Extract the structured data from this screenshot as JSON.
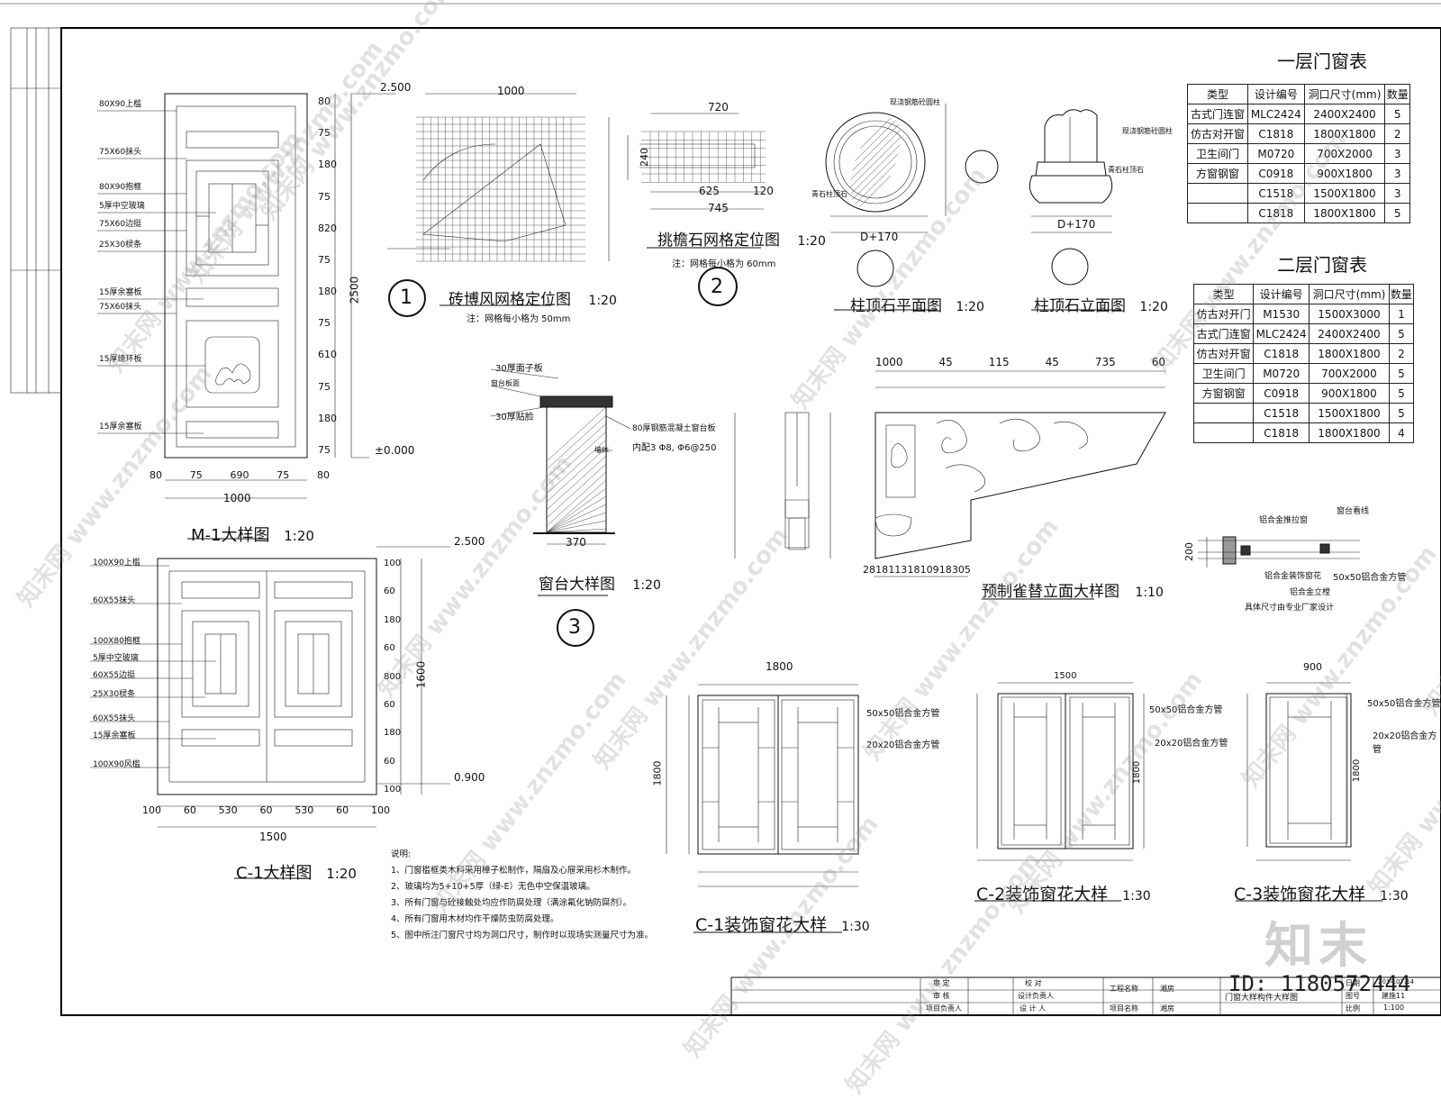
{
  "tables": {
    "floor1": {
      "title": "一层门窗表",
      "headers": [
        "类型",
        "设计编号",
        "洞口尺寸(mm)",
        "数量"
      ],
      "rows": [
        [
          "古式门连窗",
          "MLC2424",
          "2400X2400",
          "5"
        ],
        [
          "仿古对开窗",
          "C1818",
          "1800X1800",
          "2"
        ],
        [
          "卫生间门",
          "M0720",
          "700X2000",
          "3"
        ],
        [
          "方窗钢窗",
          "C0918",
          "900X1800",
          "3"
        ],
        [
          "",
          "C1518",
          "1500X1800",
          "3"
        ],
        [
          "",
          "C1818",
          "1800X1800",
          "5"
        ]
      ]
    },
    "floor2": {
      "title": "二层门窗表",
      "headers": [
        "类型",
        "设计编号",
        "洞口尺寸(mm)",
        "数量"
      ],
      "rows": [
        [
          "仿古对开门",
          "M1530",
          "1500X3000",
          "1"
        ],
        [
          "古式门连窗",
          "MLC2424",
          "2400X2400",
          "5"
        ],
        [
          "仿古对开窗",
          "C1818",
          "1800X1800",
          "2"
        ],
        [
          "卫生间门",
          "M0720",
          "700X2000",
          "5"
        ],
        [
          "方窗钢窗",
          "C0918",
          "900X1800",
          "5"
        ],
        [
          "",
          "C1518",
          "1500X1800",
          "5"
        ],
        [
          "",
          "C1818",
          "1800X1800",
          "4"
        ]
      ]
    }
  },
  "drawings": {
    "m1": {
      "title": "M-1大样图",
      "scale": "1:20",
      "width": "1000",
      "height": "2500",
      "top_elev": "2.500",
      "base_elev": "±0.000",
      "labels": [
        "80X90上槛",
        "75X60抹头",
        "80X90抱框",
        "5厚中空玻璃",
        "75X60边挺",
        "25X30棂条",
        "15厚余塞板",
        "75X60抹头",
        "15厚绦环板",
        "15厚余塞板"
      ],
      "bottom_dims": [
        "80",
        "75",
        "690",
        "75",
        "80"
      ],
      "side_dims": [
        "80",
        "75",
        "180",
        "75",
        "820",
        "75",
        "180",
        "75",
        "610",
        "75",
        "180",
        "75"
      ]
    },
    "c1": {
      "title": "C-1大样图",
      "scale": "1:20",
      "width": "1500",
      "height": "1600",
      "top_elev": "2.500",
      "base_elev": "0.900",
      "labels": [
        "100X90上槛",
        "60X55抹头",
        "100X80抱框",
        "5厚中空玻璃",
        "60X55边挺",
        "25X30棂条",
        "60X55抹头",
        "15厚余塞板",
        "100X90风槛"
      ],
      "bottom_dims": [
        "100",
        "60",
        "530",
        "60",
        "530",
        "60",
        "100"
      ],
      "side_dims": [
        "100",
        "60",
        "180",
        "60",
        "800",
        "60",
        "180",
        "60",
        "100"
      ]
    },
    "d1": {
      "num": "1",
      "title": "砖博风网格定位图",
      "scale": "1:20",
      "note": "注：网格每小格为 50mm",
      "dim": "1000"
    },
    "d2": {
      "num": "2",
      "title": "挑檐石网格定位图",
      "scale": "1:20",
      "note": "注：网格每小格为 60mm",
      "dims": [
        "720",
        "625",
        "120",
        "745",
        "240"
      ]
    },
    "d3": {
      "num": "3",
      "title": "窗台大样图",
      "scale": "1:20",
      "dim": "370",
      "labels": [
        "30厚面子板",
        "窗台板面",
        "30厚贴脸",
        "80厚钢筋混凝土窗台板",
        "内配3 Φ8, Φ6@250",
        "墙体"
      ]
    },
    "col_plan": {
      "title": "柱顶石平面图",
      "scale": "1:20",
      "labels": [
        "现浇钢筋砼圆柱",
        "青石柱顶石"
      ],
      "dim": "D+170"
    },
    "col_elev": {
      "title": "柱顶石立面图",
      "scale": "1:20",
      "labels": [
        "现浇钢筋砼圆柱",
        "青石柱顶石"
      ],
      "dim": "D+170"
    },
    "queti": {
      "title": "预制雀替立面大样图",
      "scale": "1:10",
      "top_dims": [
        "1000",
        "45",
        "115",
        "45",
        "735",
        "60"
      ],
      "bottom_dims": [
        "28",
        "18",
        "113",
        "18",
        "109",
        "18",
        "305"
      ]
    },
    "window_sec": {
      "labels": [
        "铝合金推拉窗",
        "窗台看线",
        "铝合金装饰窗花",
        "50x50铝合金方管",
        "铝合金立樘",
        "具体尺寸由专业厂家设计"
      ],
      "dim": "200"
    },
    "c1f": {
      "title": "C-1装饰窗花大样",
      "scale": "1:30",
      "width": "1800",
      "labels": [
        "50x50铝合金方管",
        "20x20铝合金方管"
      ],
      "height": "1800"
    },
    "c2f": {
      "title": "C-2装饰窗花大样",
      "scale": "1:30",
      "width": "1500",
      "labels": [
        "50x50铝合金方管",
        "20x20铝合金方管"
      ],
      "height": "1800"
    },
    "c3f": {
      "title": "C-3装饰窗花大样",
      "scale": "1:30",
      "width": "900",
      "labels": [
        "50x50铝合金方管",
        "20x20铝合金方管"
      ],
      "height": "1800"
    }
  },
  "notes": {
    "heading": "说明:",
    "items": [
      "1、门窗槛框类木料采用樟子松制作，隔扇及心屉采用杉木制作。",
      "2、玻璃均为5+10+5厚（绿-E）无色中空保温玻璃。",
      "3、所有门窗与砼接触处均应作防腐处理（满涂氟化钠防腐剂）。",
      "4、所有门窗用木材均作干燥防虫防腐处理。",
      "5、图中所注门窗尺寸均为洞口尺寸，制作时以现场实测量尺寸为准。"
    ]
  },
  "titleblock": {
    "cells": [
      "审  定",
      "审  核",
      "项目负责人",
      "校  对",
      "设计负责人",
      "设 计 人",
      "工程名称",
      "湘房",
      "项目名称",
      "湘房",
      "门窗大样构件大样图",
      "日期",
      "2014.07.14",
      "图号",
      "建施11",
      "比例",
      "1:100"
    ]
  },
  "watermark": {
    "text": "知末网 www.znzmo.com",
    "brand": "知末",
    "id": "ID: 1180572444"
  }
}
